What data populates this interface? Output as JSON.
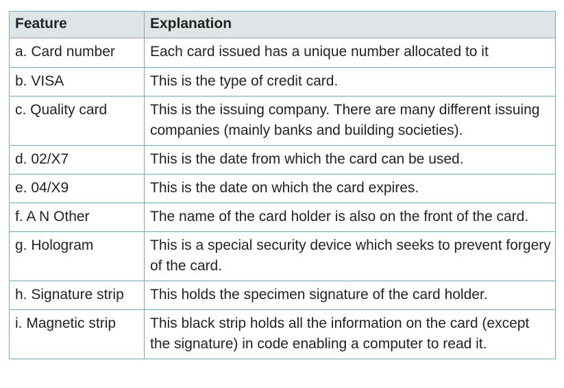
{
  "table": {
    "headers": [
      "Feature",
      "Explanation"
    ],
    "rows": [
      {
        "feature": "a. Card number",
        "explanation": "Each card issued has a unique number allocated to it"
      },
      {
        "feature": "b.  VISA",
        "explanation": "This is the type of credit card."
      },
      {
        "feature": "c. Quality card",
        "explanation": "This is the issuing company. There are many different issuing companies (mainly banks and building societies)."
      },
      {
        "feature": "d. 02/X7",
        "explanation": "This is the date from which the card can be used."
      },
      {
        "feature": "e. 04/X9",
        "explanation": "This is the date on which the card expires."
      },
      {
        "feature": "f.  A N Other",
        "explanation": "The name of the card holder is also on the front of the card."
      },
      {
        "feature": "g. Hologram",
        "explanation": "This is a special security device which seeks to prevent forgery of the card."
      },
      {
        "feature": "h. Signature strip",
        "explanation": "This holds the specimen signature of the card holder."
      },
      {
        "feature": "i.  Magnetic strip",
        "explanation": "This black strip holds all the information on the card (except the signature) in code enabling a computer to read it."
      }
    ]
  }
}
